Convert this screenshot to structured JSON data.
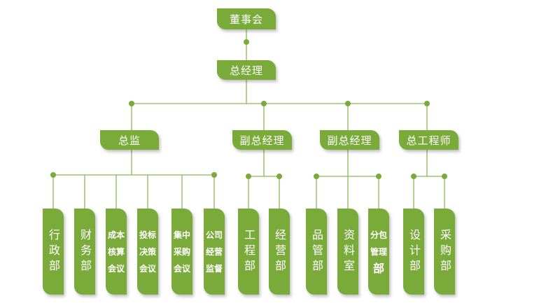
{
  "colors": {
    "box": "#7aab3a",
    "line": "#8ab858"
  },
  "board": "董事会",
  "gm": "总经理",
  "level2": [
    "总监",
    "副总经理",
    "副总经理",
    "总工程师"
  ],
  "departments": [
    {
      "label": "行政部"
    },
    {
      "label": "财务部"
    },
    {
      "lines": [
        "成本",
        "核算",
        "会议"
      ]
    },
    {
      "lines": [
        "投标",
        "决策",
        "会议"
      ]
    },
    {
      "lines": [
        "集中",
        "采购",
        "会议"
      ]
    },
    {
      "lines": [
        "公司",
        "经营",
        "监督"
      ]
    },
    {
      "label": "工程部"
    },
    {
      "label": "经营部"
    },
    {
      "label": "品管部"
    },
    {
      "label": "资料室"
    },
    {
      "lines": [
        "分包",
        "管理",
        "部"
      ]
    },
    {
      "label": "设计部"
    },
    {
      "label": "采购部"
    }
  ]
}
